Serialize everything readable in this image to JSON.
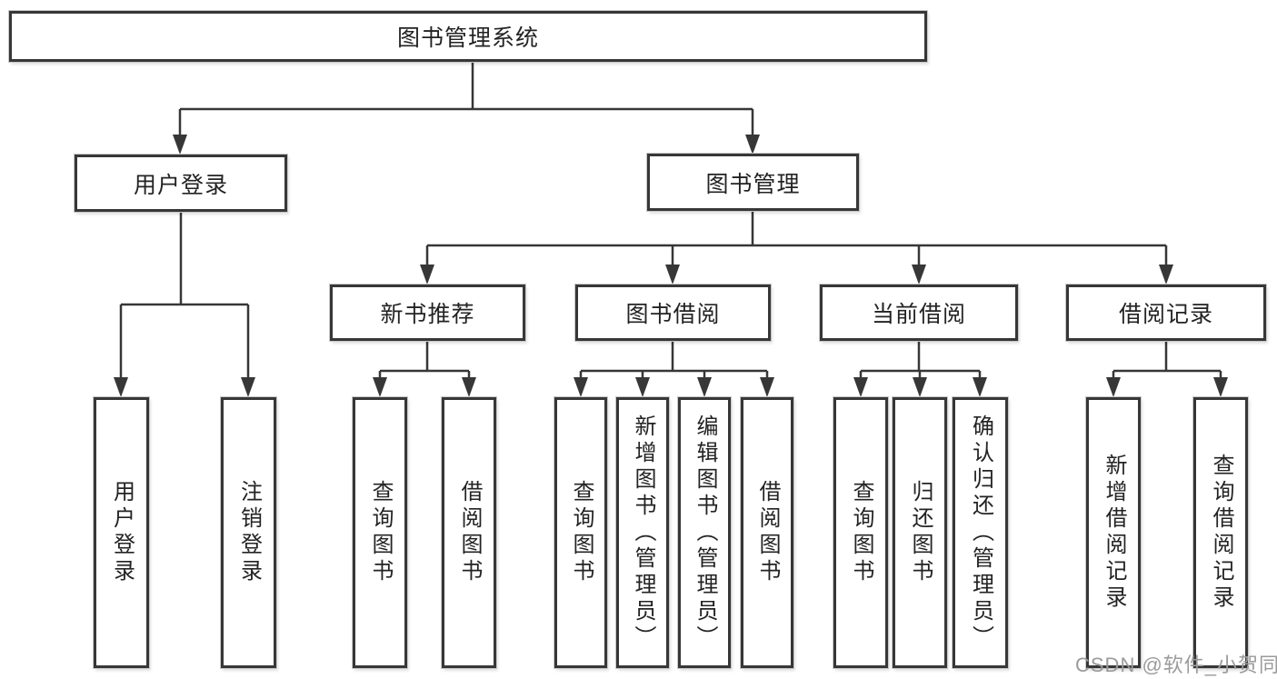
{
  "tree": {
    "root": {
      "label": "图书管理系统"
    },
    "branches": [
      {
        "label": "用户登录",
        "children": [
          {
            "label": "用户登录"
          },
          {
            "label": "注销登录"
          }
        ]
      },
      {
        "label": "图书管理",
        "children": [
          {
            "label": "新书推荐",
            "children": [
              {
                "label": "查询图书"
              },
              {
                "label": "借阅图书"
              }
            ]
          },
          {
            "label": "图书借阅",
            "children": [
              {
                "label": "查询图书"
              },
              {
                "label": "新增图书（管理员）"
              },
              {
                "label": "编辑图书（管理员）"
              },
              {
                "label": "借阅图书"
              }
            ]
          },
          {
            "label": "当前借阅",
            "children": [
              {
                "label": "查询图书"
              },
              {
                "label": "归还图书"
              },
              {
                "label": "确认归还（管理员）"
              }
            ]
          },
          {
            "label": "借阅记录",
            "children": [
              {
                "label": "新增借阅记录"
              },
              {
                "label": "查询借阅记录"
              }
            ]
          }
        ]
      }
    ]
  },
  "watermark": {
    "text": "CSDN @软件_小贺同学"
  },
  "colors": {
    "line": "#373737",
    "box_border": "#373737",
    "box_fill": "#ffffff",
    "text": "#232323",
    "watermark": "#9b9b9b",
    "background": "#ffffff"
  }
}
